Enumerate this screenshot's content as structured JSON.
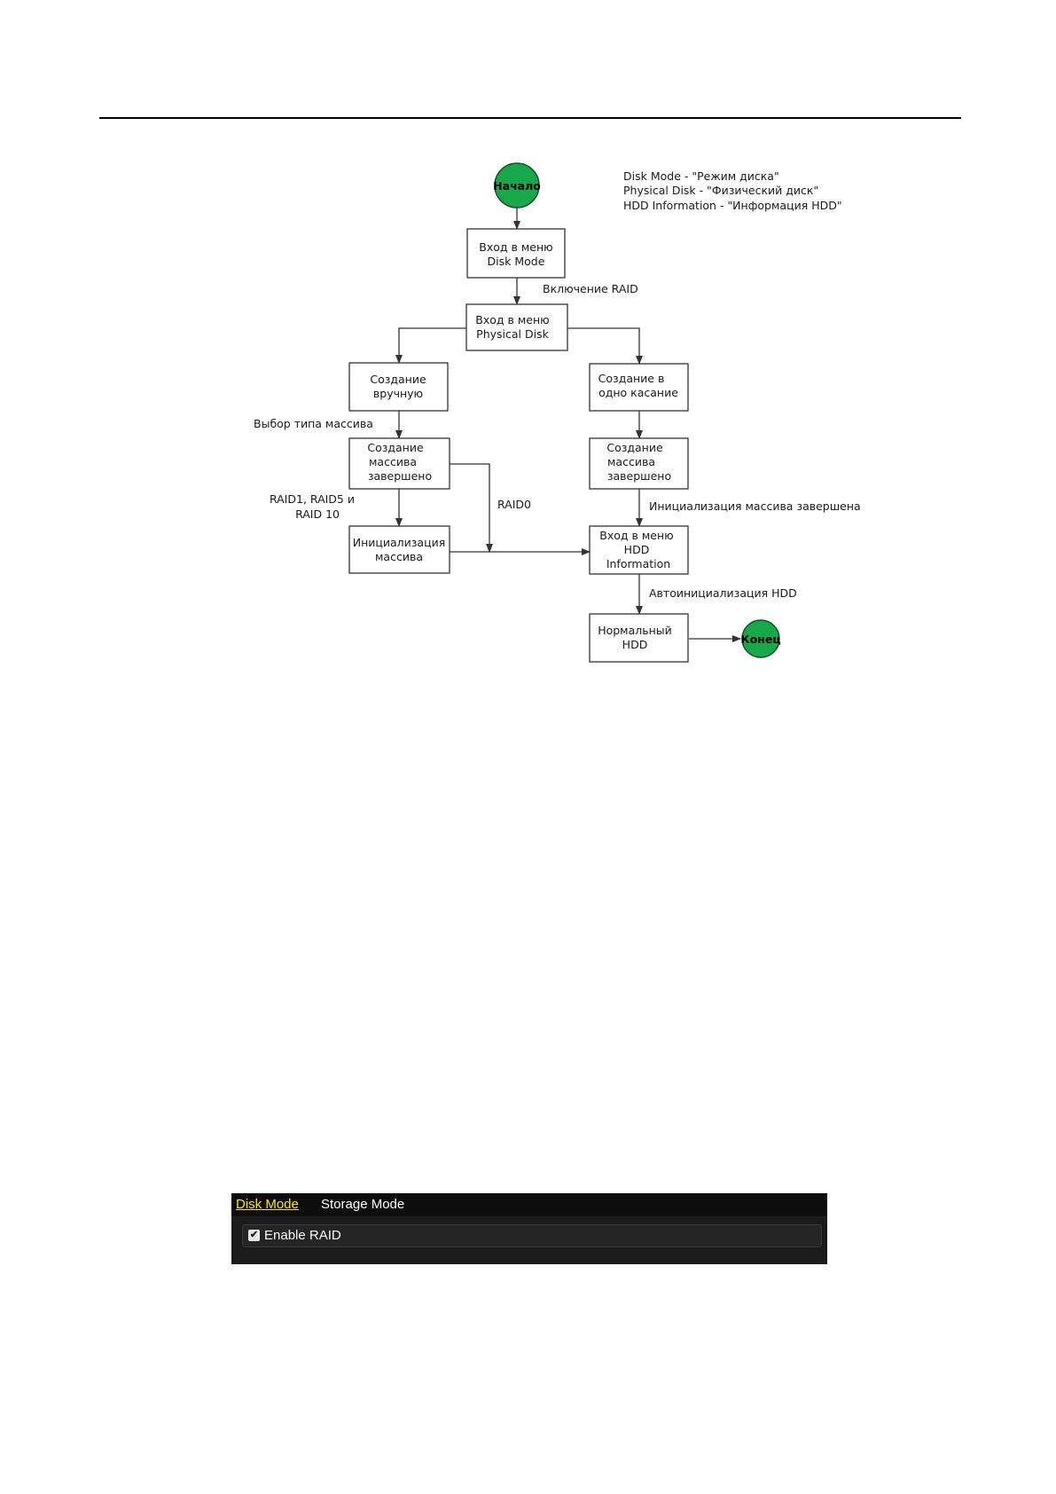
{
  "legend": [
    "Disk Mode - \"Режим диска\"",
    "Physical Disk - \"Физический диск\"",
    "HDD Information - \"Информация HDD\""
  ],
  "nodes": {
    "start": "Начало",
    "enter_disk_mode": [
      "Вход в меню",
      "Disk Mode"
    ],
    "enter_physical_disk": [
      "Вход в меню",
      "Physical Disk"
    ],
    "manual_create": [
      "Создание",
      "вручную"
    ],
    "one_touch_create": [
      "Создание в",
      "одно касание"
    ],
    "array_created_left": [
      "Создание",
      "массива",
      "завершено"
    ],
    "array_created_right": [
      "Создание",
      "массива",
      "завершено"
    ],
    "array_init": [
      "Инициализация",
      "массива"
    ],
    "enter_hdd_info": [
      "Вход в меню",
      "HDD",
      "Information"
    ],
    "normal_hdd": [
      "Нормальный",
      "HDD"
    ],
    "end": "Конец"
  },
  "edge_labels": {
    "enable_raid": "Включение RAID",
    "select_array_type": "Выбор типа массива",
    "raid_levels": [
      "RAID1, RAID5  и",
      "RAID 10"
    ],
    "raid0": "RAID0",
    "array_init_done": "Инициализация массива завершена",
    "hdd_auto_init": "Автоинициализация HDD"
  },
  "colors": {
    "terminal_fill": "#17a84a"
  },
  "ui": {
    "tabs": [
      "Disk Mode",
      "Storage Mode"
    ],
    "active_tab": "Disk Mode",
    "enable_raid_label": "Enable RAID",
    "enable_raid_checked": true
  }
}
